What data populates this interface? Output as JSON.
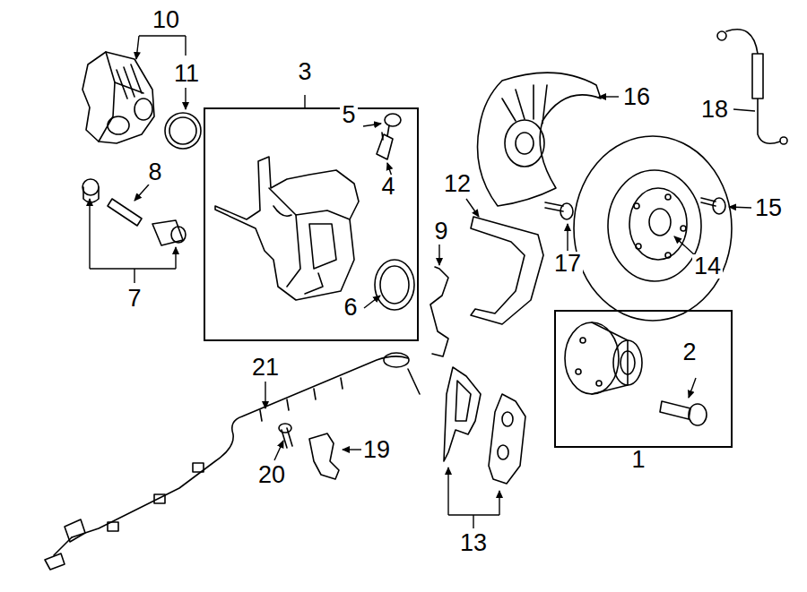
{
  "diagram": {
    "nodes": [
      {
        "text": [
          "3",
          "5",
          "4",
          "6"
        ]
      },
      {
        "text": [
          "1",
          "2"
        ]
      }
    ],
    "labels": [
      "10",
      "11",
      "8",
      "7",
      "12",
      "9",
      "16",
      "18",
      "17",
      "15",
      "14",
      "13",
      "21",
      "19",
      "20"
    ]
  }
}
